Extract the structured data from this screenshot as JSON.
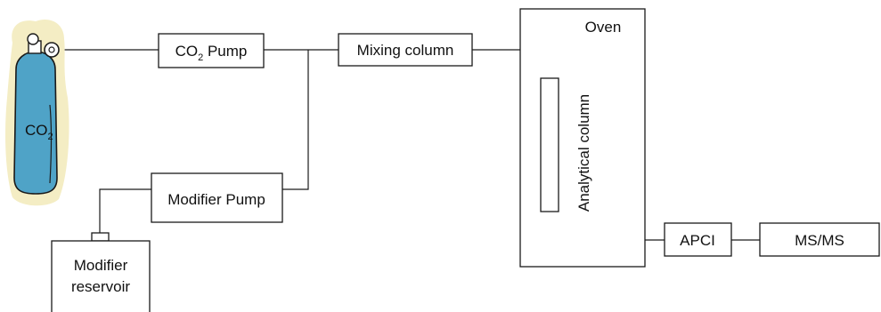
{
  "diagram": {
    "co2_cylinder": {
      "label": "CO",
      "subscript": "2"
    },
    "co2_pump": {
      "label": "CO",
      "subscript": "2",
      "suffix": " Pump"
    },
    "mixing_column": {
      "label": "Mixing column"
    },
    "oven": {
      "label": "Oven"
    },
    "analytical_column": {
      "label": "Analytical column"
    },
    "modifier_pump": {
      "label": "Modifier Pump"
    },
    "modifier_reservoir": {
      "line1": "Modifier",
      "line2": "reservoir"
    },
    "apci": {
      "label": "APCI"
    },
    "msms": {
      "label": "MS/MS"
    }
  },
  "colors": {
    "cylinder_fill": "#4fa3c7",
    "cylinder_glow": "#f4edc4",
    "outline": "#1a1a1a"
  }
}
